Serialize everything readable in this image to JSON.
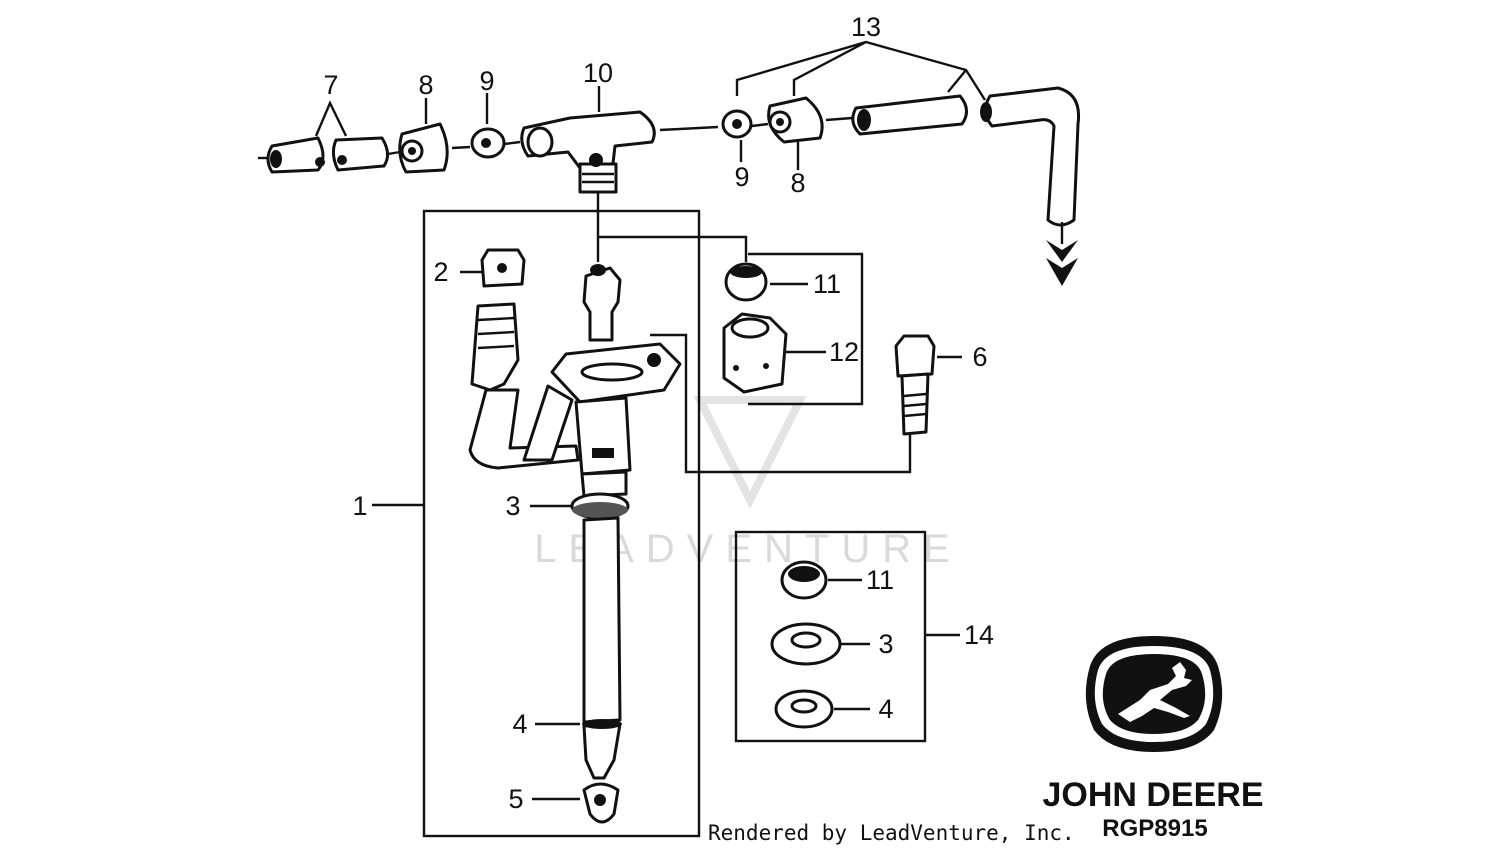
{
  "callouts": {
    "c1": "1",
    "c2": "2",
    "c3a": "3",
    "c3b": "3",
    "c4a": "4",
    "c4b": "4",
    "c5": "5",
    "c6": "6",
    "c7": "7",
    "c8a": "8",
    "c8b": "8",
    "c9a": "9",
    "c9b": "9",
    "c10": "10",
    "c11a": "11",
    "c11b": "11",
    "c12": "12",
    "c13": "13",
    "c14": "14"
  },
  "watermark": "LEADVENTURE",
  "footer": {
    "rendered_by": "Rendered by LeadVenture, Inc.",
    "brand": "JOHN DEERE",
    "diagram_code": "RGP8915"
  },
  "colors": {
    "line": "#111111",
    "background": "#ffffff",
    "watermark": "#d9d9d9"
  },
  "icons": {
    "logo": "john-deere-leaping-deer-logo",
    "watermark_mark": "leadventure-v-mark"
  }
}
